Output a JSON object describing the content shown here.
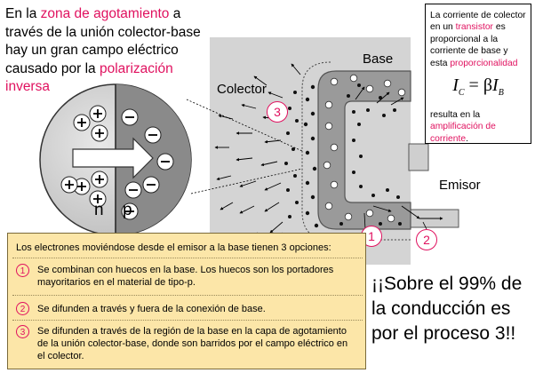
{
  "intro": {
    "p1": "En la ",
    "h1": "zona de agotamiento",
    "p2": " a través de la unión colector-base hay un gran campo eléctrico causado por la ",
    "h2": "polarización inversa"
  },
  "info": {
    "p1": "La corriente de colector en un ",
    "h1": "transistor",
    "p2": " es proporcional a la corriente de base y esta ",
    "h2": "proporcionalidad",
    "formula_ic": "I",
    "formula_ic_sub": "C",
    "formula_eq": " = β",
    "formula_ib": "I",
    "formula_ib_sub": "B",
    "p3": "resulta en la ",
    "h3": "amplificación de corriente",
    "p4": "."
  },
  "labels": {
    "base": "Base",
    "colector": "Colector",
    "emisor": "Emisor",
    "n": "n",
    "p": "p",
    "num1": "1",
    "num2": "2",
    "num3": "3"
  },
  "options": {
    "title": "Los electrones moviéndose desde el emisor a la base tienen 3 opciones:",
    "items": [
      {
        "num": "1",
        "text": "Se combinan con huecos en la base. Los huecos son los portadores mayoritarios en el material de tipo-p."
      },
      {
        "num": "2",
        "text": "Se difunden a través y fuera de la conexión de base."
      },
      {
        "num": "3",
        "text": "Se difunden a través de la región de la base en la capa de agotamiento de la unión colector-base, donde son barridos por el campo eléctrico en el colector."
      }
    ]
  },
  "conclusion": "¡¡Sobre el 99% de la conducción es por el proceso 3!!",
  "colors": {
    "highlight": "#e0115f",
    "collector": "#d4d4d4",
    "base_region": "#9a9a9a",
    "options_bg": "#fce6a8"
  }
}
